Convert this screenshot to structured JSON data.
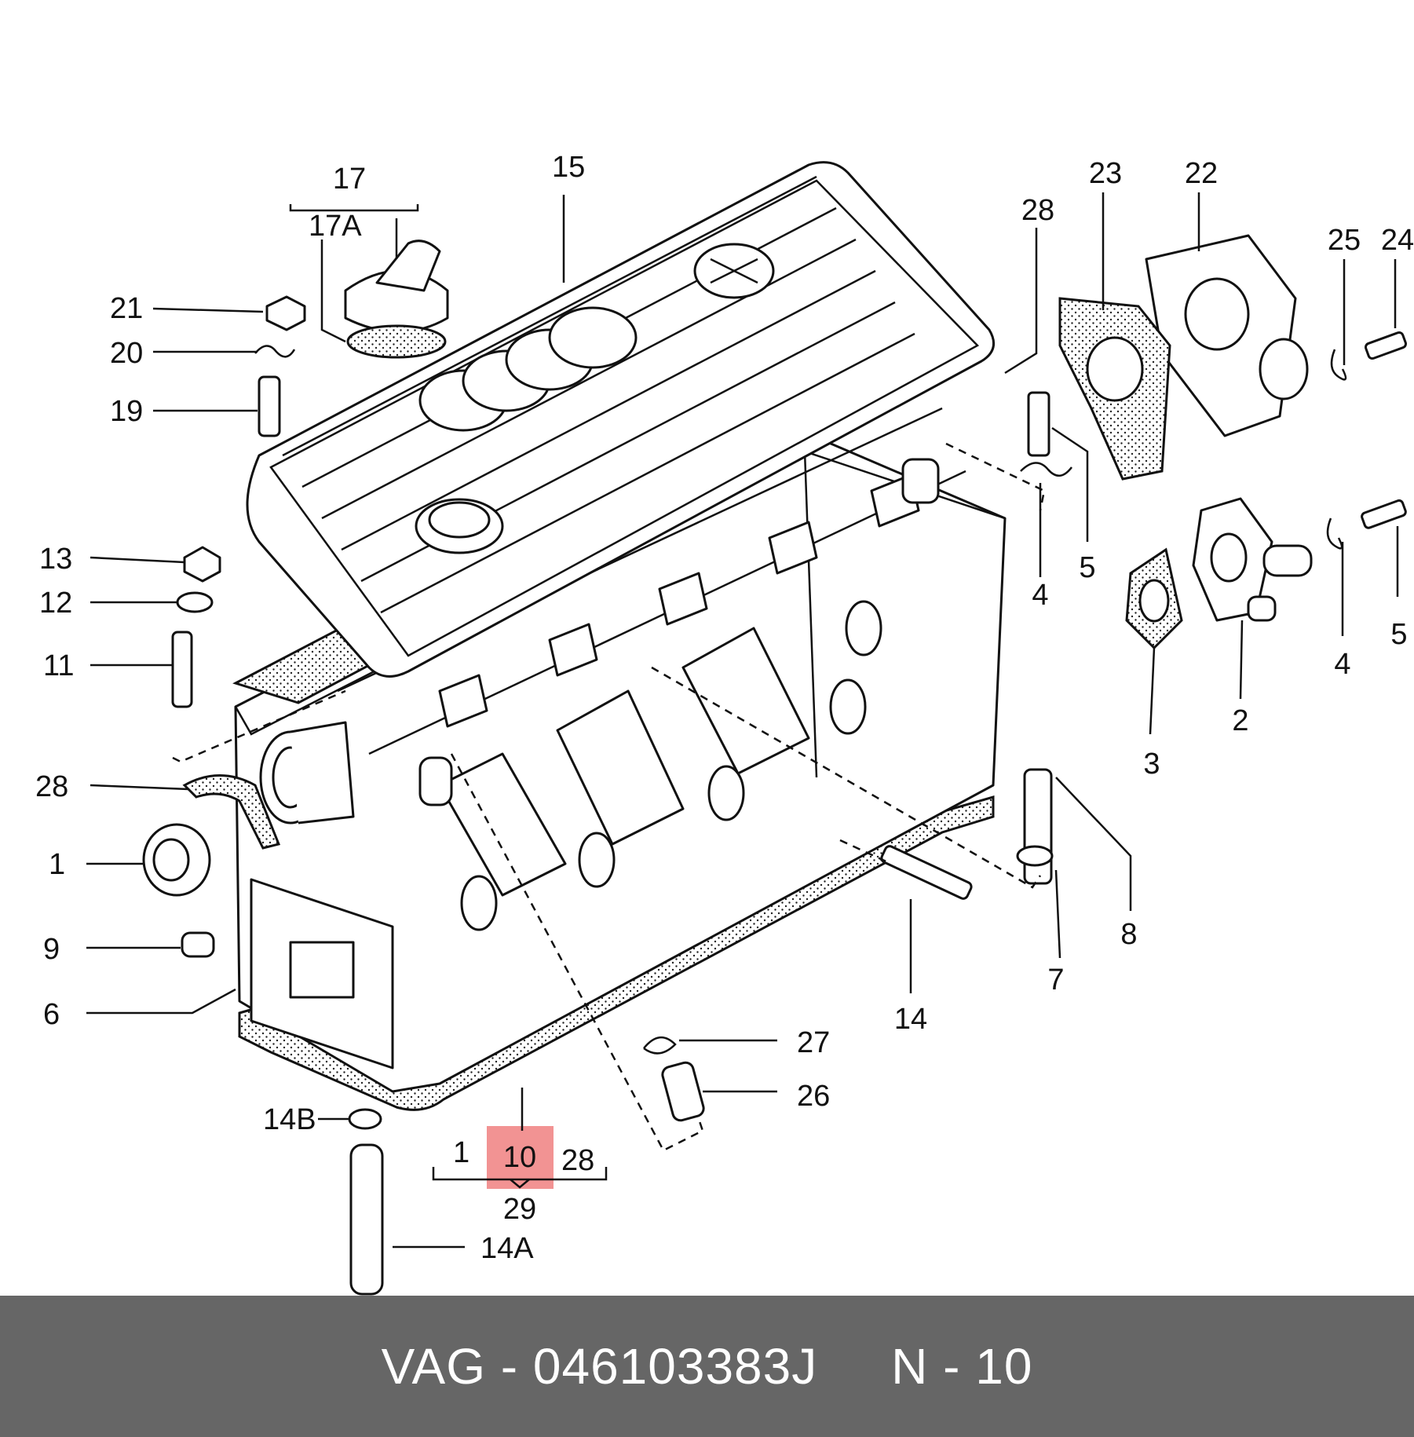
{
  "colors": {
    "footer_bg": "#666666",
    "highlight": "#f08080",
    "line": "#111111"
  },
  "callouts": {
    "n1": "1",
    "n2": "2",
    "n3": "3",
    "n4": "4",
    "n5": "5",
    "n6": "6",
    "n7": "7",
    "n8": "8",
    "n9": "9",
    "n10": "10",
    "n11": "11",
    "n12": "12",
    "n13": "13",
    "n14": "14",
    "n14A": "14A",
    "n14B": "14B",
    "n15": "15",
    "n17": "17",
    "n17A": "17A",
    "n19": "19",
    "n20": "20",
    "n21": "21",
    "n22": "22",
    "n23": "23",
    "n24": "24",
    "n25": "25",
    "n26": "26",
    "n27": "27",
    "n28": "28",
    "n29": "29"
  },
  "highlighted_part": "10",
  "footer": {
    "text": "VAG - 046103383J     N - 10"
  }
}
